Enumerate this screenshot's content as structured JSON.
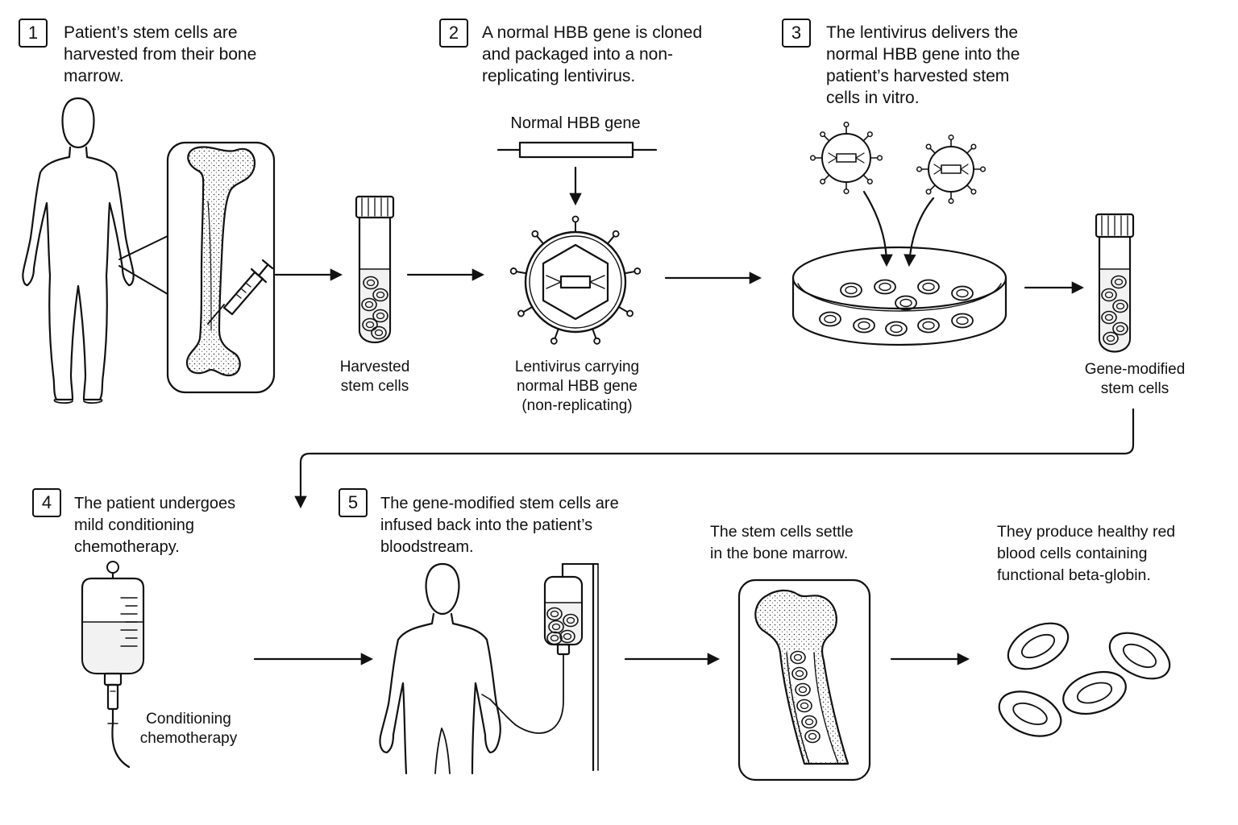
{
  "steps": [
    {
      "number": "1",
      "text": "Patient’s stem cells are\nharvested from their bone\nmarrow."
    },
    {
      "number": "2",
      "text": "A normal HBB gene is cloned\nand packaged into a non-\nreplicating lentivirus."
    },
    {
      "number": "3",
      "text": "The lentivirus delivers the\nnormal HBB gene into the\npatient’s harvested stem\ncells in vitro."
    },
    {
      "number": "4",
      "text": "The patient undergoes\nmild conditioning\nchemotherapy."
    },
    {
      "number": "5",
      "text": "The gene-modified stem cells are\ninfused back into the patient’s\nbloodstream."
    }
  ],
  "labels": {
    "harvested": "Harvested\nstem cells",
    "gene": "Normal HBB gene",
    "lentivirus": "Lentivirus carrying\nnormal HBB gene\n(non-replicating)",
    "modified": "Gene-modified\nstem cells",
    "chemo": "Conditioning\nchemotherapy",
    "settle": "The stem cells settle\nin the bone marrow.",
    "produce": "They produce healthy red\nblood cells containing\nfunctional beta-globin."
  },
  "colors": {
    "ink": "#111111",
    "background": "#ffffff",
    "fluid": "#f2f2f2"
  },
  "icons": [
    "human-figure-icon",
    "femur-bone-icon",
    "syringe-icon",
    "test-tube-icon",
    "dna-gene-icon",
    "lentivirus-icon",
    "petri-dish-icon",
    "iv-bag-icon",
    "iv-pole-icon",
    "red-blood-cell-icon"
  ]
}
